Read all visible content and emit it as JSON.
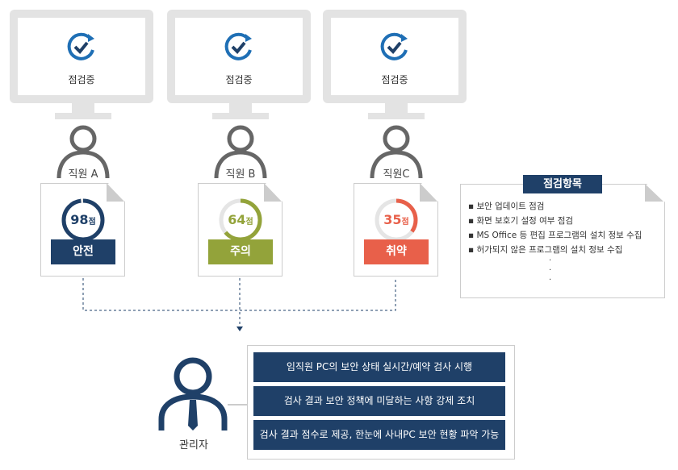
{
  "employees": [
    {
      "monitor_status": "점검중",
      "name": "직원 A",
      "score": "98",
      "unit": "점",
      "status": "안전",
      "fraction": 0.98,
      "color": "#1f4068"
    },
    {
      "monitor_status": "점검중",
      "name": "직원 B",
      "score": "64",
      "unit": "점",
      "status": "주의",
      "fraction": 0.64,
      "color": "#93a33a"
    },
    {
      "monitor_status": "점검중",
      "name": "직원C",
      "score": "35",
      "unit": "점",
      "status": "취약",
      "fraction": 0.35,
      "color": "#e8604a"
    }
  ],
  "checklist": {
    "title": "점검항목",
    "items": [
      "보안 업데이트 점검",
      "화면 보호기 설정 여부 점검",
      "MS Office 등 편집 프로그램의 설치 정보 수집",
      "허가되지 않은 프로그램의 설치 정보 수집"
    ],
    "more": "·"
  },
  "admin": {
    "label": "관리자",
    "features": [
      "임직원 PC의 보안 상태 실시간/예약 검사 시행",
      "검사 결과 보안 정책에 미달하는 사항 강제 조치",
      "검사 결과 점수로 제공, 한눈에 사내PC 보안 현황 파악 가능"
    ]
  }
}
